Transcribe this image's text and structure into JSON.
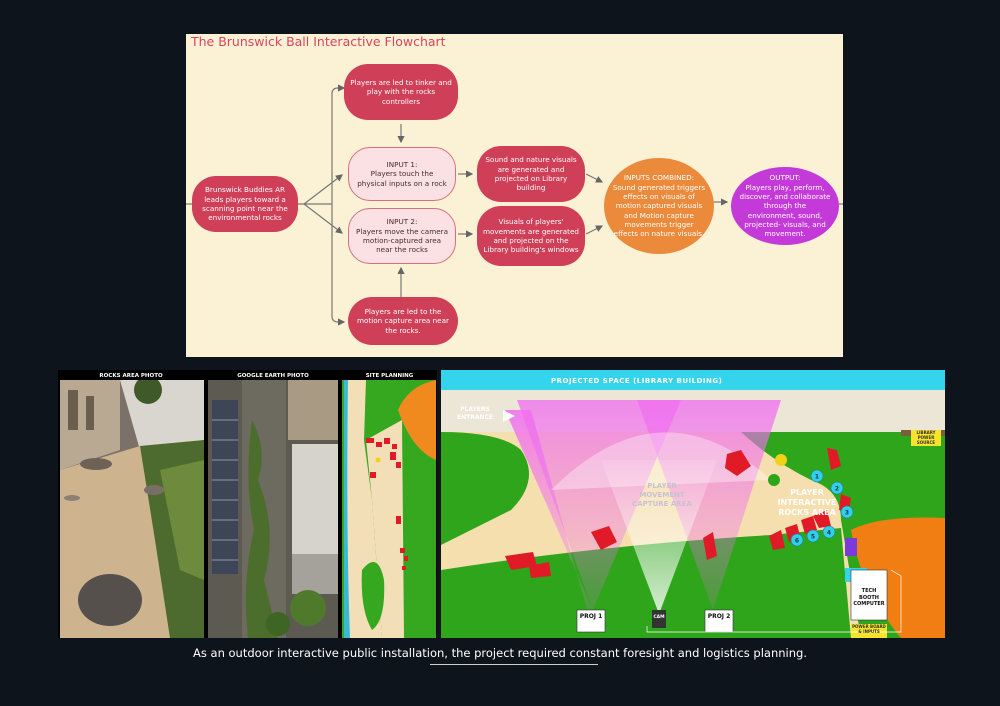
{
  "flowchart": {
    "title": "The Brunswick Ball Interactive Flowchart",
    "start": "Brunswick Buddies AR leads players toward a scanning point near the environmental rocks",
    "tinker": "Players are led to tinker and play with the rocks controllers",
    "input1": {
      "title": "INPUT 1:",
      "body": "Players touch the physical inputs on a rock"
    },
    "input2": {
      "title": "INPUT 2:",
      "body": "Players move the camera motion-captured area near the rocks"
    },
    "motion": "Players are led to the motion capture area near the rocks.",
    "sound_visuals": "Sound and nature visuals are generated and projected on Library building",
    "player_visuals": "Visuals of players' movements are generated and projected on the Library building's windows",
    "combined": {
      "title": "INPUTS COMBINED:",
      "body": "Sound generated triggers effects on visuals of motion captured visuals and Motion capture movements trigger effects on nature visuals."
    },
    "output": {
      "title": "OUTPUT:",
      "body": "Players play, perform, discover, and collaborate through the environment, sound, projected- visuals, and movement."
    }
  },
  "panels": {
    "rocks_photo": "ROCKS AREA PHOTO",
    "google_earth": "GOOGLE EARTH PHOTO",
    "site_planning": "SITE PLANNING"
  },
  "map": {
    "projected_space": "PROJECTED SPACE (LIBRARY BUILDING)",
    "players_entrance": "PLAYERS ENTRANCE",
    "capture_area": "PLAYER MOVEMENT CAPTURE AREA",
    "rocks_area": "PLAYER INTERACTIVE ROCKS AREA",
    "library_power": "LIBRARY POWER SOURCE",
    "tech_booth": "TECH BOOTH COMPUTER",
    "power_board": "POWER BOARD & INPUTS",
    "proj1": "PROJ 1",
    "proj2": "PROJ 2",
    "cam": "CAM",
    "rock_numbers": [
      "1",
      "2",
      "3",
      "4",
      "5",
      "6"
    ]
  },
  "caption": "As an outdoor interactive public installation, the project required constant foresight and logistics planning.",
  "colors": {
    "accent": "#cf3f58",
    "orange": "#ec8a3b",
    "purple": "#c43ad8",
    "cyan": "#2fd6ec",
    "grass": "#2ea51b"
  }
}
